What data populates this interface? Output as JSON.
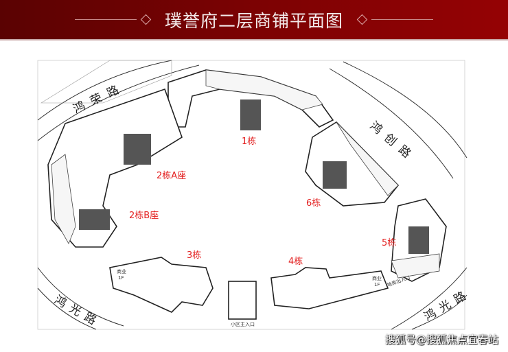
{
  "header": {
    "title": "璞誉府二层商铺平面图"
  },
  "plan": {
    "buildings": [
      "1栋",
      "2栋A座",
      "2栋B座",
      "3栋",
      "4栋",
      "5栋",
      "6栋"
    ],
    "roads": {
      "honglong": "鸿荣路",
      "hongchuang": "鸿创路",
      "hongguang_left": "鸿光路",
      "hongguang_right": "鸿光路"
    },
    "annotations": {
      "main_entrance": "小区主入口",
      "garage_entrance": "地库出入口",
      "commercial_left": "商业",
      "commercial_left_floor": "1F",
      "commercial_right": "商业",
      "commercial_right_floor": "1F"
    }
  },
  "watermark": "搜狐号@搜狐焦点宜春站"
}
